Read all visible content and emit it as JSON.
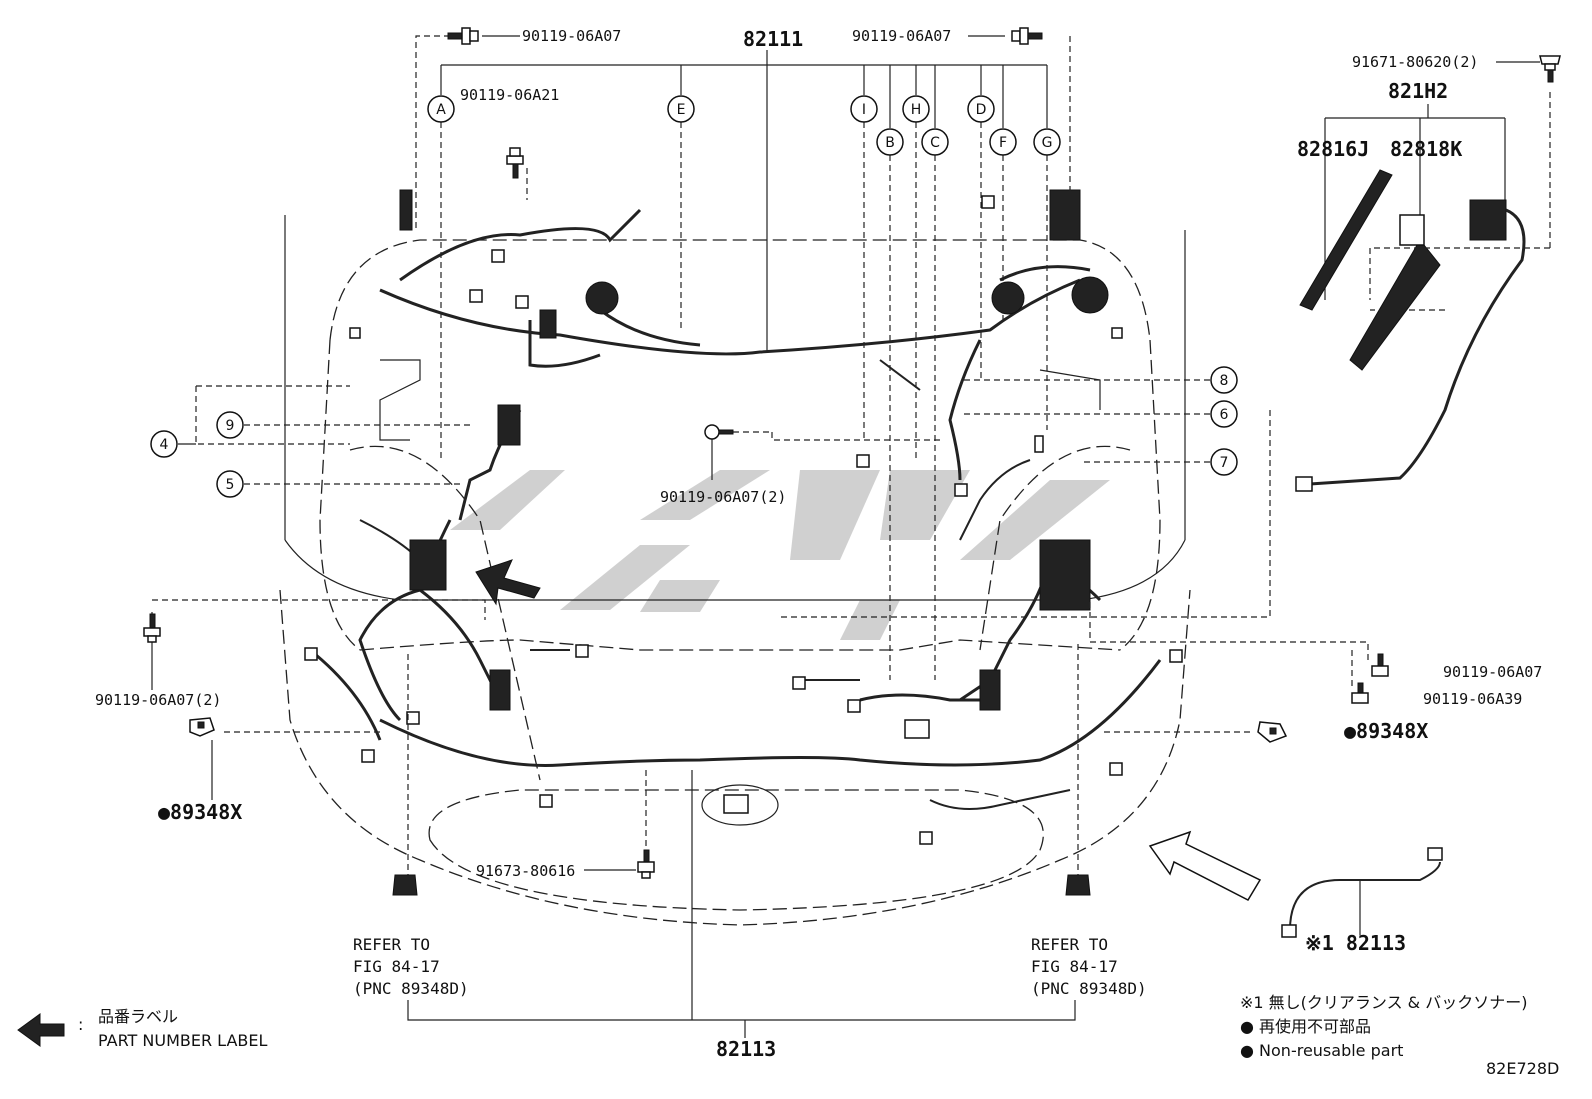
{
  "part_numbers": {
    "harness_top": "82111",
    "harness_bottom": "82113",
    "bolt_a07_top_left": "90119-06A07",
    "bolt_a07_top_right": "90119-06A07",
    "bolt_a21": "90119-06A21",
    "bolt_a07_center": "90119-06A07(2)",
    "bolt_a07_left": "90119-06A07(2)",
    "bolt_a07_right": "90119-06A07",
    "bolt_a39": "90119-06A39",
    "bolt_91673": "91673-80616",
    "bolt_91671": "91671-80620(2)",
    "sub_821h2": "821H2",
    "sub_82816j": "82816J",
    "sub_82818k": "82818K",
    "clip_left": "●89348X",
    "clip_right": "●89348X",
    "separate_82113": "※1 82113",
    "image_code": "82E728D"
  },
  "circle_letters": [
    "A",
    "E",
    "I",
    "B",
    "H",
    "C",
    "D",
    "F",
    "G"
  ],
  "circle_numbers": [
    "4",
    "9",
    "5",
    "8",
    "6",
    "7"
  ],
  "refer_left": {
    "line1": "REFER TO",
    "line2": "FIG 84-17",
    "line3": "(PNC 89348D)"
  },
  "refer_right": {
    "line1": "REFER TO",
    "line2": "FIG 84-17",
    "line3": "(PNC 89348D)"
  },
  "legend": {
    "label_jp": "品番ラベル",
    "label_en": "PART NUMBER LABEL",
    "note_none": "※1 無し(クリアランス & バックソナー)",
    "nonreuse_jp": "● 再使用不可部品",
    "nonreuse_en": "● Non-reusable part"
  }
}
